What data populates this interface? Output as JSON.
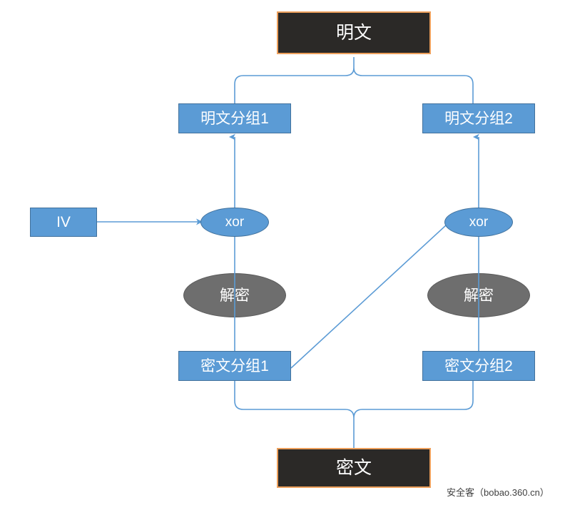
{
  "diagram": {
    "title_top": "明文",
    "title_bottom": "密文",
    "nodes": {
      "plaintext": "明文",
      "plaintext_block_1": "明文分组1",
      "plaintext_block_2": "明文分组2",
      "iv": "IV",
      "xor_1": "xor",
      "xor_2": "xor",
      "decrypt_1": "解密",
      "decrypt_2": "解密",
      "ciphertext_block_1": "密文分组1",
      "ciphertext_block_2": "密文分组2",
      "ciphertext": "密文"
    },
    "colors": {
      "dark_fill": "#2b2927",
      "dark_border": "#ed9f5b",
      "blue_fill": "#5b9bd5",
      "blue_border": "#41719c",
      "gray_fill": "#6e6e6e",
      "gray_border": "#5a5a5a",
      "connector": "#5b9bd5",
      "text": "#ffffff"
    },
    "watermark": "安全客（bobao.360.cn）"
  }
}
